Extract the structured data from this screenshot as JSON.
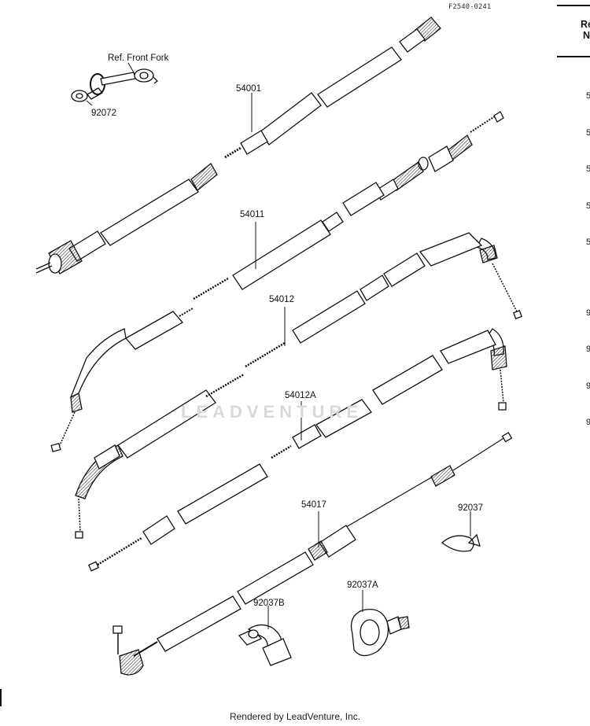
{
  "drawing_code": "F2540-0241",
  "side_panel": {
    "heading_lines": [
      "Re",
      "N"
    ],
    "entries_group1": [
      "5",
      "5",
      "5",
      "5",
      "5"
    ],
    "entries_group2": [
      "9",
      "9",
      "9",
      "9"
    ]
  },
  "callouts": {
    "ref_front_fork": "Ref. Front Fork",
    "p92072": "92072",
    "p54001": "54001",
    "p54011": "54011",
    "p54012": "54012",
    "p54012A": "54012A",
    "p54017": "54017",
    "p92037": "92037",
    "p92037A": "92037A",
    "p92037B": "92037B"
  },
  "watermark": "LEADVENTURE",
  "footer": "Rendered by LeadVenture, Inc."
}
